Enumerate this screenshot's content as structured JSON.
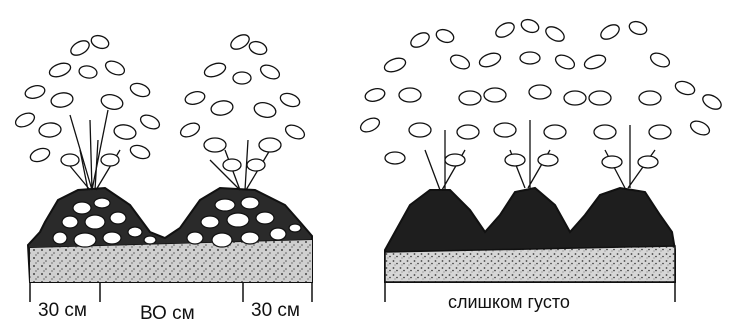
{
  "left_panel": {
    "spacing_labels": [
      "30 см",
      "ВО см",
      "30 см"
    ]
  },
  "right_panel": {
    "caption": "слишком густо"
  },
  "colors": {
    "ink": "#111111",
    "paper": "#ffffff",
    "tuber": "#ffffff",
    "soil_dark": "#1a1a1a"
  }
}
